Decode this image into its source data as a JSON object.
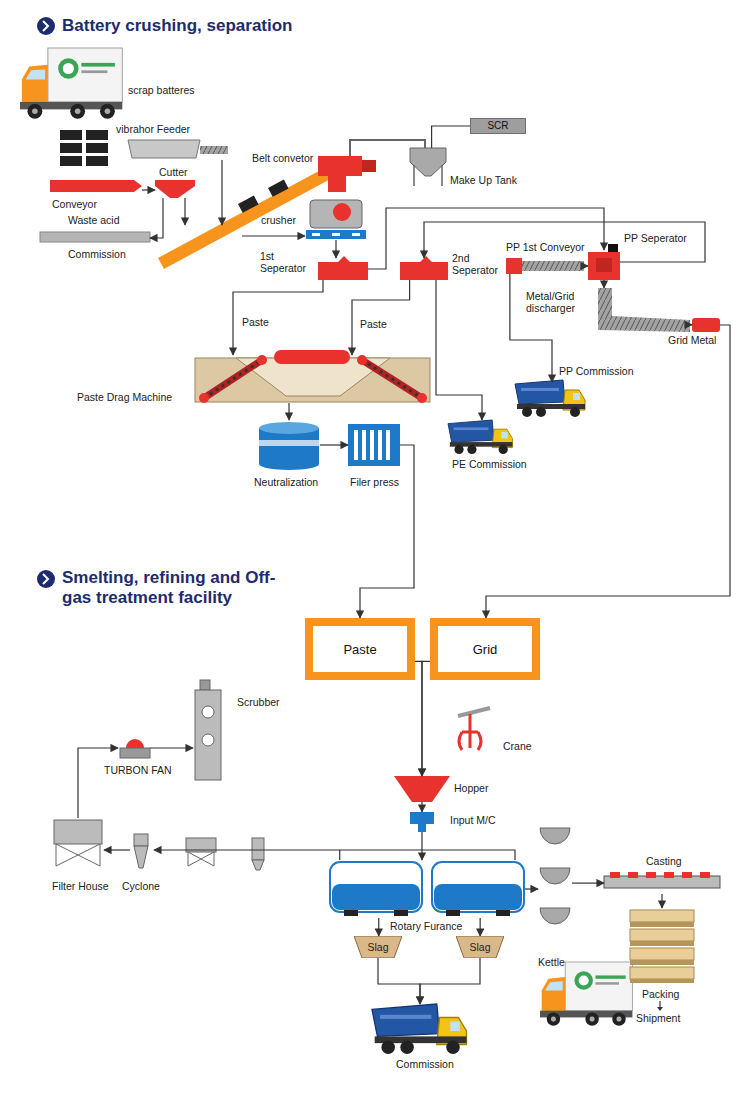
{
  "diagram": {
    "nodes": [
      {
        "text": [
          "scrap batteres"
        ]
      },
      {
        "text": [
          "vibrahor Feeder"
        ]
      },
      {
        "text": [
          "Conveyor"
        ]
      },
      {
        "text": [
          "Cutter"
        ]
      },
      {
        "text": [
          "Waste acid",
          "Commission"
        ]
      },
      {
        "text": [
          "Belt convetor"
        ]
      },
      {
        "text": [
          "Make Up Tank"
        ]
      },
      {
        "text": [
          "SCR"
        ]
      },
      {
        "text": [
          "crusher"
        ]
      },
      {
        "text": [
          "1st Seperator"
        ]
      },
      {
        "text": [
          "2nd Seperator"
        ]
      },
      {
        "text": [
          "PP 1st Conveyor"
        ]
      },
      {
        "text": [
          "PP Seperator"
        ]
      },
      {
        "text": [
          "Metal/Grid discharger"
        ]
      },
      {
        "text": [
          "Grid Metal"
        ]
      },
      {
        "text": [
          "PP Commission"
        ]
      },
      {
        "text": [
          "PE Commission"
        ]
      },
      {
        "text": [
          "Paste Drag Machine"
        ]
      },
      {
        "text": [
          "Neutralization"
        ]
      },
      {
        "text": [
          "Filer press"
        ]
      },
      {
        "text": [
          "Paste"
        ]
      },
      {
        "text": [
          "Grid"
        ]
      },
      {
        "text": [
          "Crane"
        ]
      },
      {
        "text": [
          "Hopper"
        ]
      },
      {
        "text": [
          "Input M/C"
        ]
      },
      {
        "text": [
          "Rotary Furance"
        ]
      },
      {
        "text": [
          "Slag"
        ]
      },
      {
        "text": [
          "Slag"
        ]
      },
      {
        "text": [
          "Commission"
        ]
      },
      {
        "text": [
          "Kettle"
        ]
      },
      {
        "text": [
          "Casting"
        ]
      },
      {
        "text": [
          "Packing",
          "Shipment"
        ]
      },
      {
        "text": [
          "Scrubber"
        ]
      },
      {
        "text": [
          "TURBON FAN"
        ]
      },
      {
        "text": [
          "Filter House"
        ]
      },
      {
        "text": [
          "Cyclone"
        ]
      }
    ],
    "edges": [
      {
        "from": 2,
        "to": 3,
        "arrow": "to"
      },
      {
        "from": 3,
        "to": 5,
        "arrow": "to"
      },
      {
        "from": 3,
        "to": 4,
        "arrow": "to"
      },
      {
        "from": 1,
        "to": 5,
        "arrow": "to"
      },
      {
        "from": 5,
        "to": 8,
        "arrow": "to"
      },
      {
        "from": 6,
        "to": 7,
        "arrow": "none"
      },
      {
        "from": 8,
        "to": 9,
        "arrow": "to"
      },
      {
        "from": 9,
        "to": 12,
        "arrow": "to"
      },
      {
        "from": 12,
        "to": 10,
        "arrow": "to"
      },
      {
        "from": 9,
        "to": 17,
        "label": "Paste",
        "arrow": "to"
      },
      {
        "from": 10,
        "to": 17,
        "label": "Paste",
        "arrow": "to"
      },
      {
        "from": 10,
        "to": 16,
        "arrow": "to"
      },
      {
        "from": 11,
        "to": 12,
        "arrow": "to"
      },
      {
        "from": 11,
        "to": 15,
        "arrow": "to"
      },
      {
        "from": 12,
        "to": 13,
        "arrow": "to"
      },
      {
        "from": 13,
        "to": 14,
        "arrow": "to"
      },
      {
        "from": 14,
        "to": 21,
        "arrow": "to"
      },
      {
        "from": 17,
        "to": 18,
        "arrow": "to"
      },
      {
        "from": 18,
        "to": 19,
        "arrow": "to"
      },
      {
        "from": 19,
        "to": 20,
        "arrow": "to"
      },
      {
        "from": 20,
        "to": 23,
        "arrow": "to"
      },
      {
        "from": 21,
        "to": 23,
        "arrow": "to"
      },
      {
        "from": 23,
        "to": 24,
        "arrow": "to"
      },
      {
        "from": 24,
        "to": 25,
        "arrow": "to"
      },
      {
        "from": 25,
        "to": 26,
        "arrow": "to"
      },
      {
        "from": 25,
        "to": 27,
        "arrow": "to"
      },
      {
        "from": 26,
        "to": 28,
        "arrow": "to"
      },
      {
        "from": 27,
        "to": 28,
        "arrow": "to"
      },
      {
        "from": 25,
        "to": 29,
        "arrow": "to"
      },
      {
        "from": 29,
        "to": 30,
        "arrow": "to"
      },
      {
        "from": 30,
        "to": 31,
        "arrow": "to"
      },
      {
        "from": 25,
        "to": 35,
        "arrow": "to"
      },
      {
        "from": 35,
        "to": 34,
        "arrow": "to"
      },
      {
        "from": 34,
        "to": 33,
        "arrow": "to"
      },
      {
        "from": 33,
        "to": 32,
        "arrow": "to"
      }
    ],
    "labels": [
      "Battery crushing, separation",
      "Smelting, refining and Off-gas treatment facility"
    ]
  }
}
